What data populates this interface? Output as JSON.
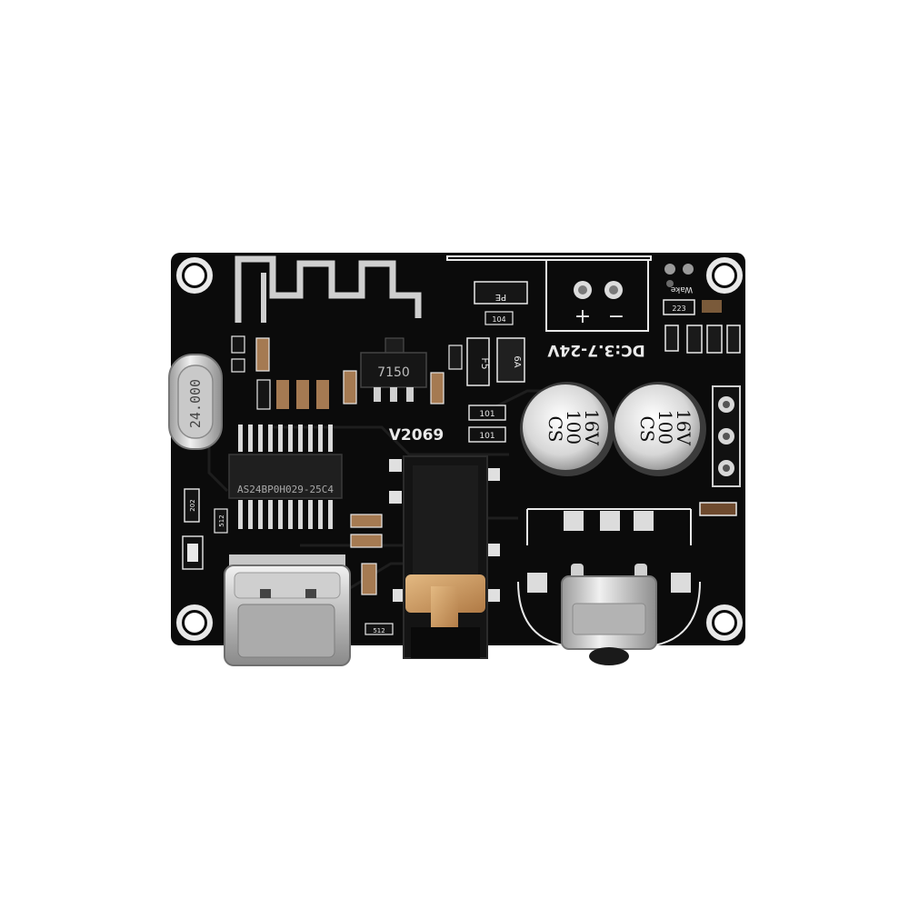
{
  "board": {
    "pcb_color": "#0b0b0b",
    "silkscreen_color": "#e9e9e9",
    "model_label": "V2069",
    "voltage_label": "DC:3.7-24V",
    "terminal_plus": "+",
    "terminal_minus": "−",
    "wake_label": "Wake",
    "regulator_label": "7150",
    "crystal_label": "24.000",
    "chip_label": "AS24BP0H029-25C4",
    "diode_label": "PE",
    "fuse_label": "F5",
    "ind_label": "6A",
    "res_a": "101",
    "res_b": "101",
    "res_top": "104",
    "res_223": "223",
    "res_512a": "512",
    "res_512b": "512",
    "res_202": "202",
    "cap1": {
      "brand": "CS",
      "value": "100",
      "voltage": "16V"
    },
    "cap2": {
      "brand": "CS",
      "value": "100",
      "voltage": "16V"
    }
  }
}
